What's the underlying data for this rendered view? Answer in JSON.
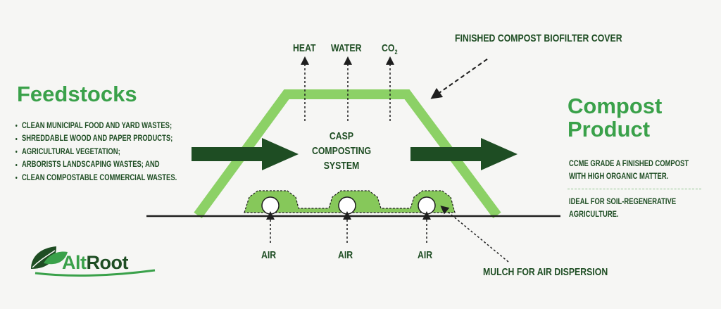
{
  "feedstocks": {
    "title": "Feedstocks",
    "items": [
      "CLEAN MUNICIPAL FOOD AND YARD WASTES;",
      "SHREDDABLE WOOD AND PAPER PRODUCTS;",
      "AGRICULTURAL VEGETATION;",
      "ARBORISTS LANDSCAPING WASTES; AND",
      "CLEAN COMPOSTABLE COMMERCIAL WASTES."
    ]
  },
  "outputs": {
    "heat": "HEAT",
    "water": "WATER",
    "co2_main": "CO",
    "co2_sub": "2"
  },
  "cover_label": "FINISHED COMPOST BIOFILTER COVER",
  "system": {
    "line1": "CASP",
    "line2": "COMPOSTING",
    "line3": "SYSTEM"
  },
  "product": {
    "title_line1": "Compost",
    "title_line2": "Product",
    "text1_line1": "CCME GRADE A FINISHED COMPOST",
    "text1_line2": "WITH HIGH ORGANIC MATTER.",
    "text2_line1": "IDEAL FOR SOIL-REGENERATIVE",
    "text2_line2": "AGRICULTURE."
  },
  "air_labels": [
    "AIR",
    "AIR",
    "AIR"
  ],
  "mulch_label": "MULCH FOR AIR DISPERSION",
  "logo": {
    "text_a": "Alt",
    "text_b": "Root"
  },
  "colors": {
    "dark_green": "#1e4d23",
    "bright_green": "#3aa14a",
    "light_green": "#8cd166",
    "mulch_green": "#86c85a",
    "background": "#f6f6f4"
  }
}
